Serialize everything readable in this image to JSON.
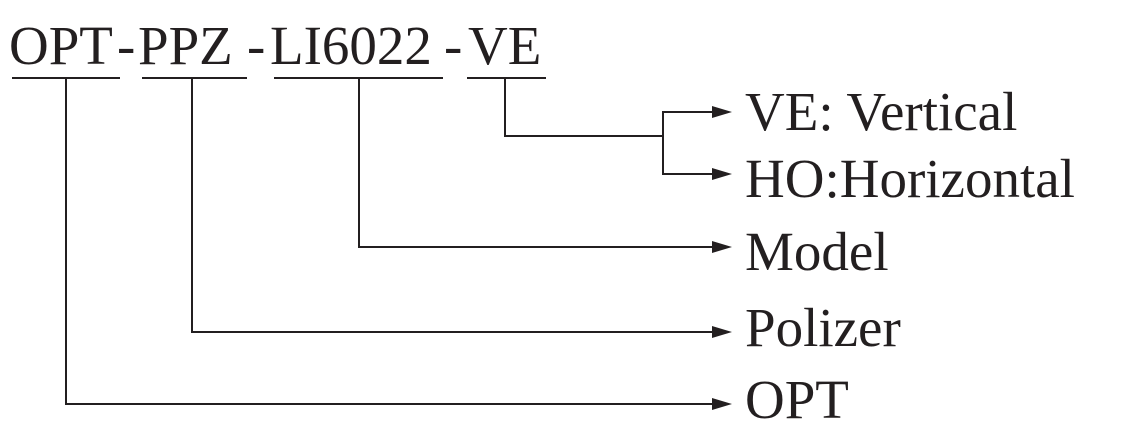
{
  "code": {
    "seg_opt": "OPT",
    "dash_1": "-",
    "seg_ppz": "PPZ",
    "dash_2": "-",
    "seg_model": "LI6022",
    "dash_3": "-",
    "seg_orient": "VE"
  },
  "labels": {
    "vertical": "VE: Vertical",
    "horizontal": "HO:Horizontal",
    "model": "Model",
    "polizer": "Polizer",
    "opt": "OPT"
  },
  "colors": {
    "ink": "#231f20",
    "background": "#ffffff"
  }
}
